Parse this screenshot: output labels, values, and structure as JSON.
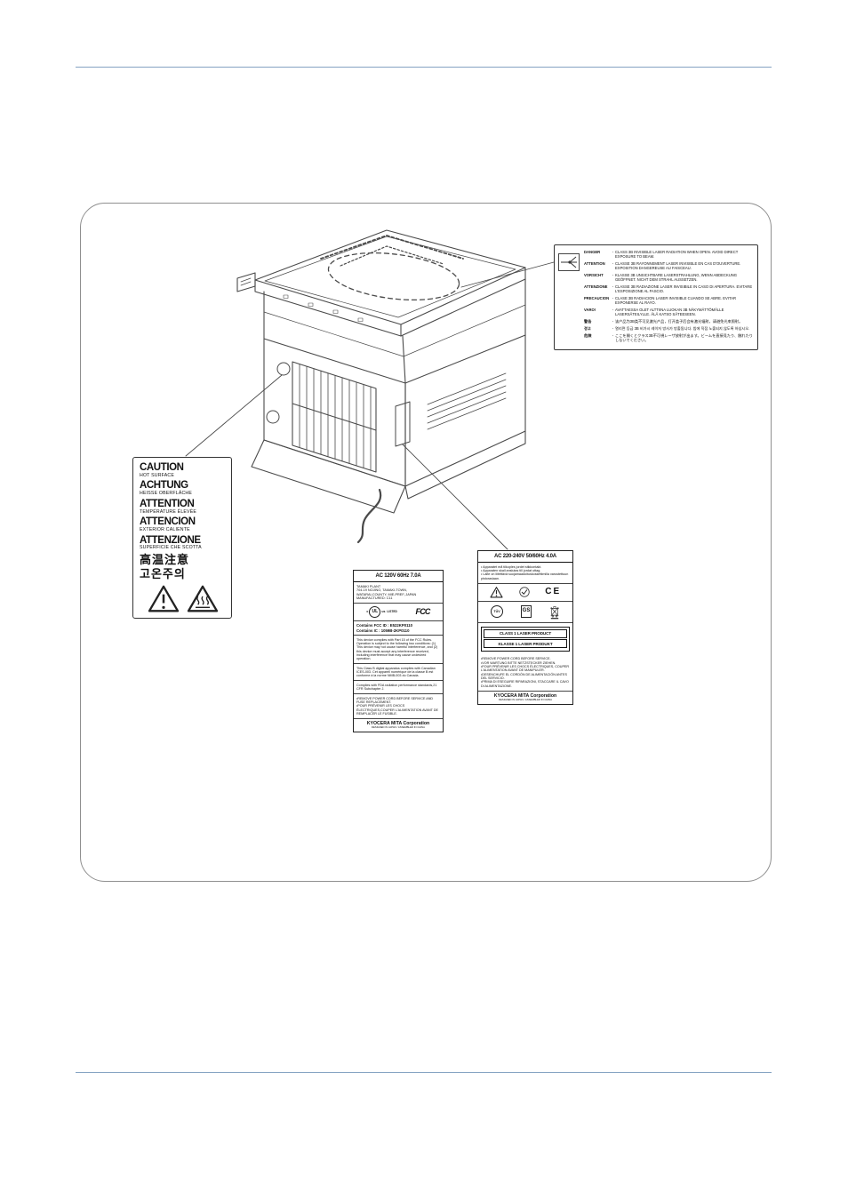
{
  "page": {
    "rule_color": "#85a3c2",
    "background": "#ffffff"
  },
  "laser_label": {
    "separator": "-",
    "rows": [
      {
        "term": "DANGER",
        "text": "CLASS 3B INVISIBLE LASER RADIATION WHEN OPEN. AVOID DIRECT EXPOSURE TO BEAM."
      },
      {
        "term": "ATTENTION",
        "text": "CLASSE 3B RAYONNEMENT LASER INVISIBLE EN CAS D'OUVERTURE. EXPOSITION DANGEREUSE AU FAISCEAU."
      },
      {
        "term": "VORSICHT",
        "text": "KLASSE 3B UNSICHTBARE LASERSTRAHLUNG, WENN ABDECKUNG GEÖFFNET. NICHT DEM STRAHL AUSSETZEN."
      },
      {
        "term": "ATTENZIONE",
        "text": "CLASSE 3B RADIAZIONE LASER INVISIBILE IN CASO DI APERTURA. EVITARE L'ESPOSIZIONE AL FASCIO."
      },
      {
        "term": "PRECAUCION",
        "text": "CLASE 3B RADIACION LASER INVISIBLE CUANDO SE ABRE. EVITAR EXPONERSE AL RAYO."
      },
      {
        "term": "VARO!",
        "text": "AVATTAESSA OLET ALTTIINA LUOKAN 3B NÄKYMÄTTÖMÄLLE LASERSÄTEILYLLE. ÄLÄ KATSO SÄTEESEEN."
      },
      {
        "term": "警告",
        "text": "该产品为3B类不可见激光产品，打开盖子后会有激光辐射，请避免光束照射。"
      },
      {
        "term": "경고",
        "text": "열리면 등급 3B 비가시 레이저 방사가 방출됩니다. 빔에 직접 노출되지 않도록 하십시오."
      },
      {
        "term": "危険",
        "text": "ここを開くとクラス3B不可視レーザ放射が出ます。ビームを直接見たり、触れたりしないでください。"
      }
    ]
  },
  "caution_label": {
    "rows": [
      {
        "big": "CAUTION",
        "small": "HOT SURFACE"
      },
      {
        "big": "ACHTUNG",
        "small": "HEISSE OBERFLÄCHE"
      },
      {
        "big": "ATTENTION",
        "small": "TEMPÉRATURE ÉLEVÉE"
      },
      {
        "big": "ATTENCION",
        "small": "EXTERIOR CALIENTE"
      },
      {
        "big": "ATTENZIONE",
        "small": "SUPERFICIE CHE SCOTTA"
      },
      {
        "big": "高温注意",
        "small": ""
      },
      {
        "big": "고온주의",
        "small": ""
      }
    ]
  },
  "rating_label_120v": {
    "header": "AC 120V  60Hz  7.0A",
    "plant": "TAMAKI PLANT",
    "address1": "704-19 NOJINO, TAMAKI-TOWN,",
    "address2": "WATARAI-COUNTY, MIE-PREF.,JAPAN",
    "manufactured": "MANUFACTURED: C11",
    "marks": {
      "c": "c",
      "ul": "UL",
      "us": "us",
      "listed": "LISTED",
      "fcc": "FCC"
    },
    "contains_fcc": "Contains FCC ID : E522KP0110",
    "contains_ic": "Contains IC : 1059B-2KP0110",
    "fcc_statement": "This device complies with Part 15 of the FCC Rules. Operation is subject to the following two conditions: (1) This device may not cause harmful interference, and (2) this device must accept any interference received, including interference that may cause undesired operation.",
    "ices_statement": "This Class B digital apparatus complies with Canadian ICES-003. Cet appareil numérique de la classe B est conforme à la norme NMB-003 du Canada.",
    "fda_statement": "Complies with FDA radiation performance standards,21 CFR Subchapter J.",
    "service_warning1": "•REMOVE POWER CORD BEFORE SERVICE AND FUSE REPLACEMENT.",
    "service_warning2": "•POUR PRÉVENIR LES CHOCS ÉLECTRIQUES,COUPER L'ALIMENTATION AVANT DE REMPLACER LE FUSIBLE.",
    "company": "KYOCERA MITA Corporation",
    "origin": "DESIGNED IN JAPAN / ASSEMBLED IN CHINA"
  },
  "rating_label_230v": {
    "header": "AC 220-240V 50/60Hz 4.0A",
    "grounding1": "• Apparatet må tilkoples jordet stikkontakt.",
    "grounding2": "• Apparaten skall anslutas till jordat uttag.",
    "grounding3": "• Laite on liitettävä suojamaadoituskoskettimilla varustettuun pistorasiaan.",
    "marks": {
      "ce": "CE",
      "tuv": "TÜV",
      "gs": "GS"
    },
    "laser_class1": "CLASS 1 LASER PRODUCT",
    "laser_class2": "KLASSE 1 LASER PRODUKT",
    "warnings": [
      "•REMOVE POWER CORD BEFORE SERVICE.",
      "•VOR WARTUNG BITTE NETZSTECKER ZIEHEN.",
      "•POUR PRÉVENIR LES CHOCS ÉLECTRIQUES, COUPER L'ALIMENTATION AVANT DE MANIPULER.",
      "•DESENCHUFE EL CORDÓN DE ALIMENTACIÓN ANTES DEL SERVICIO.",
      "•PRIMA DI ESEGUIRE RIPARAZIONI, STACCARE IL CAVO DI ALIMENTAZIONE."
    ],
    "company": "KYOCERA MITA Corporation",
    "origin": "DESIGNED IN JAPAN / ASSEMBLED IN CHINA"
  },
  "icons": {
    "laser_hazard": "laser-starburst-in-box",
    "exclamation_triangle": "triangle-with-exclamation",
    "hot_surface_triangle": "triangle-with-heat-waves",
    "c_tick": "check-in-circle",
    "weee_bin": "crossed-out-wheeled-bin"
  }
}
